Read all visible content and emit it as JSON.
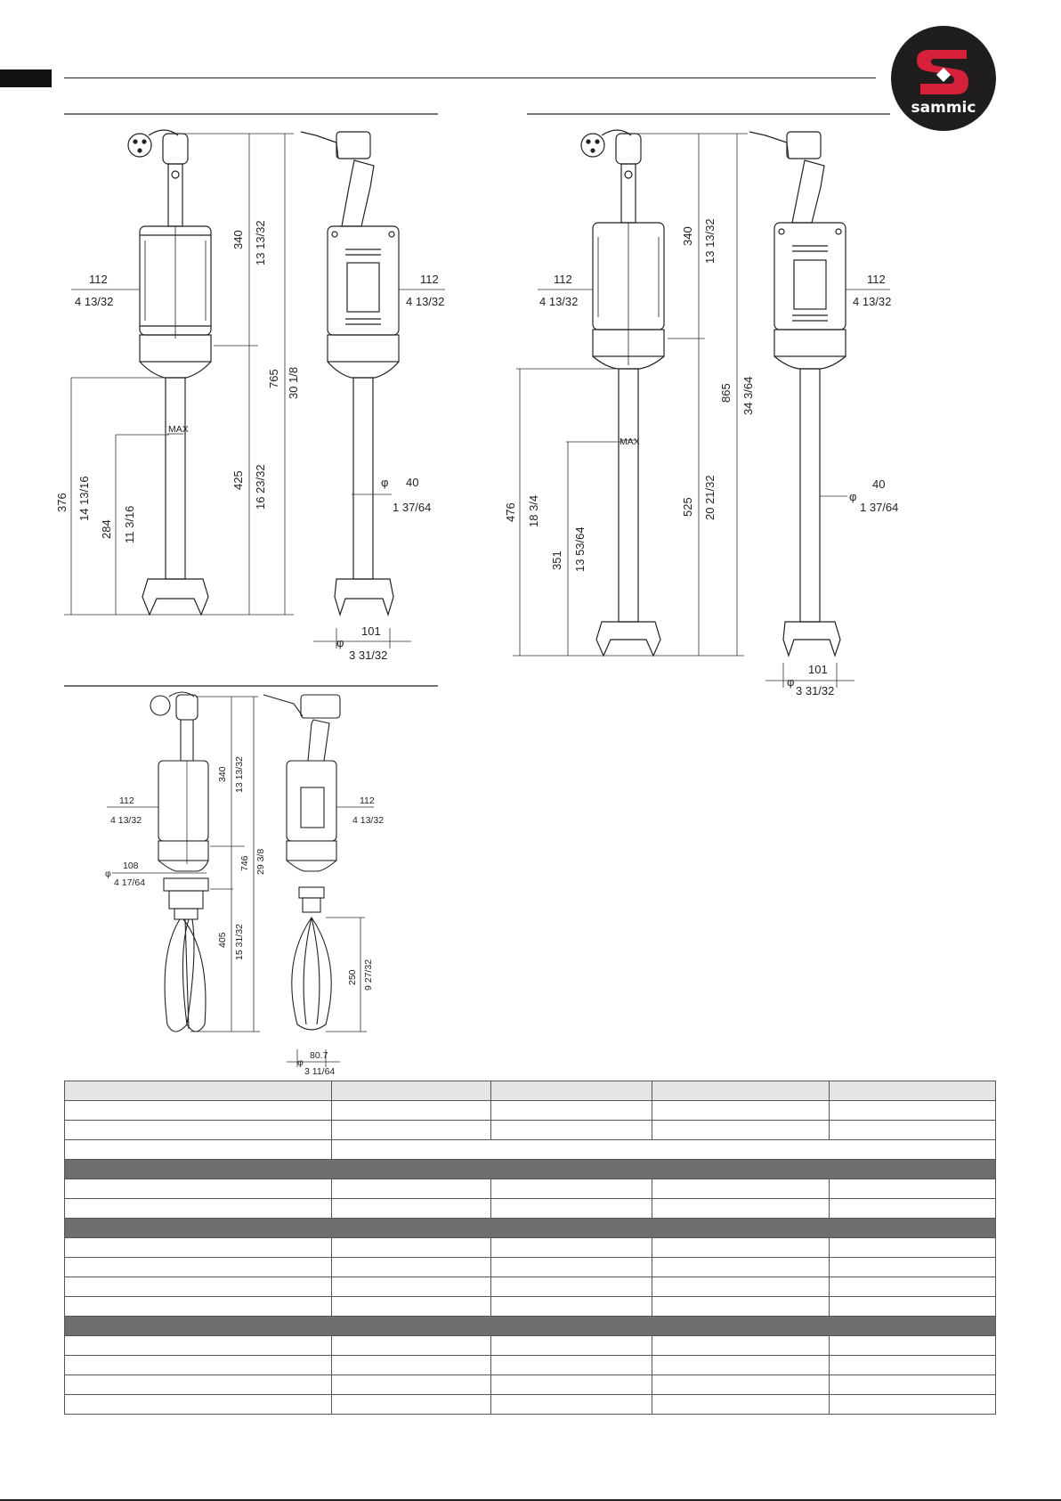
{
  "brand": {
    "logo_text": "sammic",
    "red": "#d7203a",
    "dark": "#1f1d1e"
  },
  "drawings": {
    "top_left": {
      "height_total": "765",
      "height_total_in": "30 1/8",
      "motor_height": "340",
      "motor_height_in": "13 13/32",
      "tube_length": "425",
      "tube_length_in": "16 23/32",
      "width_front": "112",
      "width_front_in": "4 13/32",
      "width_side": "112",
      "width_side_in": "4 13/32",
      "immersion_total": "376",
      "immersion_total_in": "14 13/16",
      "immersion_max": "284",
      "immersion_max_in": "11 3/16",
      "tube_diameter": "40",
      "tube_diameter_in": "1 37/64",
      "bell_diameter": "101",
      "bell_diameter_in": "3 31/32",
      "diameter_symbol": "φ",
      "max_label": "MAX"
    },
    "top_right": {
      "height_total": "865",
      "height_total_in": "34 3/64",
      "motor_height": "340",
      "motor_height_in": "13 13/32",
      "tube_length": "525",
      "tube_length_in": "20 21/32",
      "width_front": "112",
      "width_front_in": "4 13/32",
      "width_side": "112",
      "width_side_in": "4 13/32",
      "immersion_total": "476",
      "immersion_total_in": "18 3/4",
      "immersion_max": "351",
      "immersion_max_in": "13 53/64",
      "tube_diameter": "40",
      "tube_diameter_in": "1 37/64",
      "bell_diameter": "101",
      "bell_diameter_in": "3 31/32",
      "diameter_symbol": "φ",
      "max_label": "MAX"
    },
    "bottom_left": {
      "motor_height": "340",
      "motor_height_in": "13 13/32",
      "height_total": "746",
      "height_total_in": "29 3/8",
      "whisk_length": "405",
      "whisk_length_in": "15 31/32",
      "width_front": "112",
      "width_front_in": "4 13/32",
      "width_side": "112",
      "width_side_in": "4 13/32",
      "coupling_diameter": "108",
      "coupling_diameter_in": "4 17/64",
      "whisk_height": "250",
      "whisk_height_in": "9 27/32",
      "whisk_diameter": "80.7",
      "whisk_diameter_in": "3 11/64",
      "diameter_symbol": "φ"
    }
  },
  "table": {
    "row_types": [
      "head",
      "row",
      "row",
      "merged",
      "section",
      "row",
      "row",
      "section",
      "row",
      "row",
      "row",
      "row",
      "section",
      "row",
      "row",
      "row",
      "row"
    ],
    "col_widths": [
      300,
      179,
      181,
      199,
      187
    ]
  }
}
